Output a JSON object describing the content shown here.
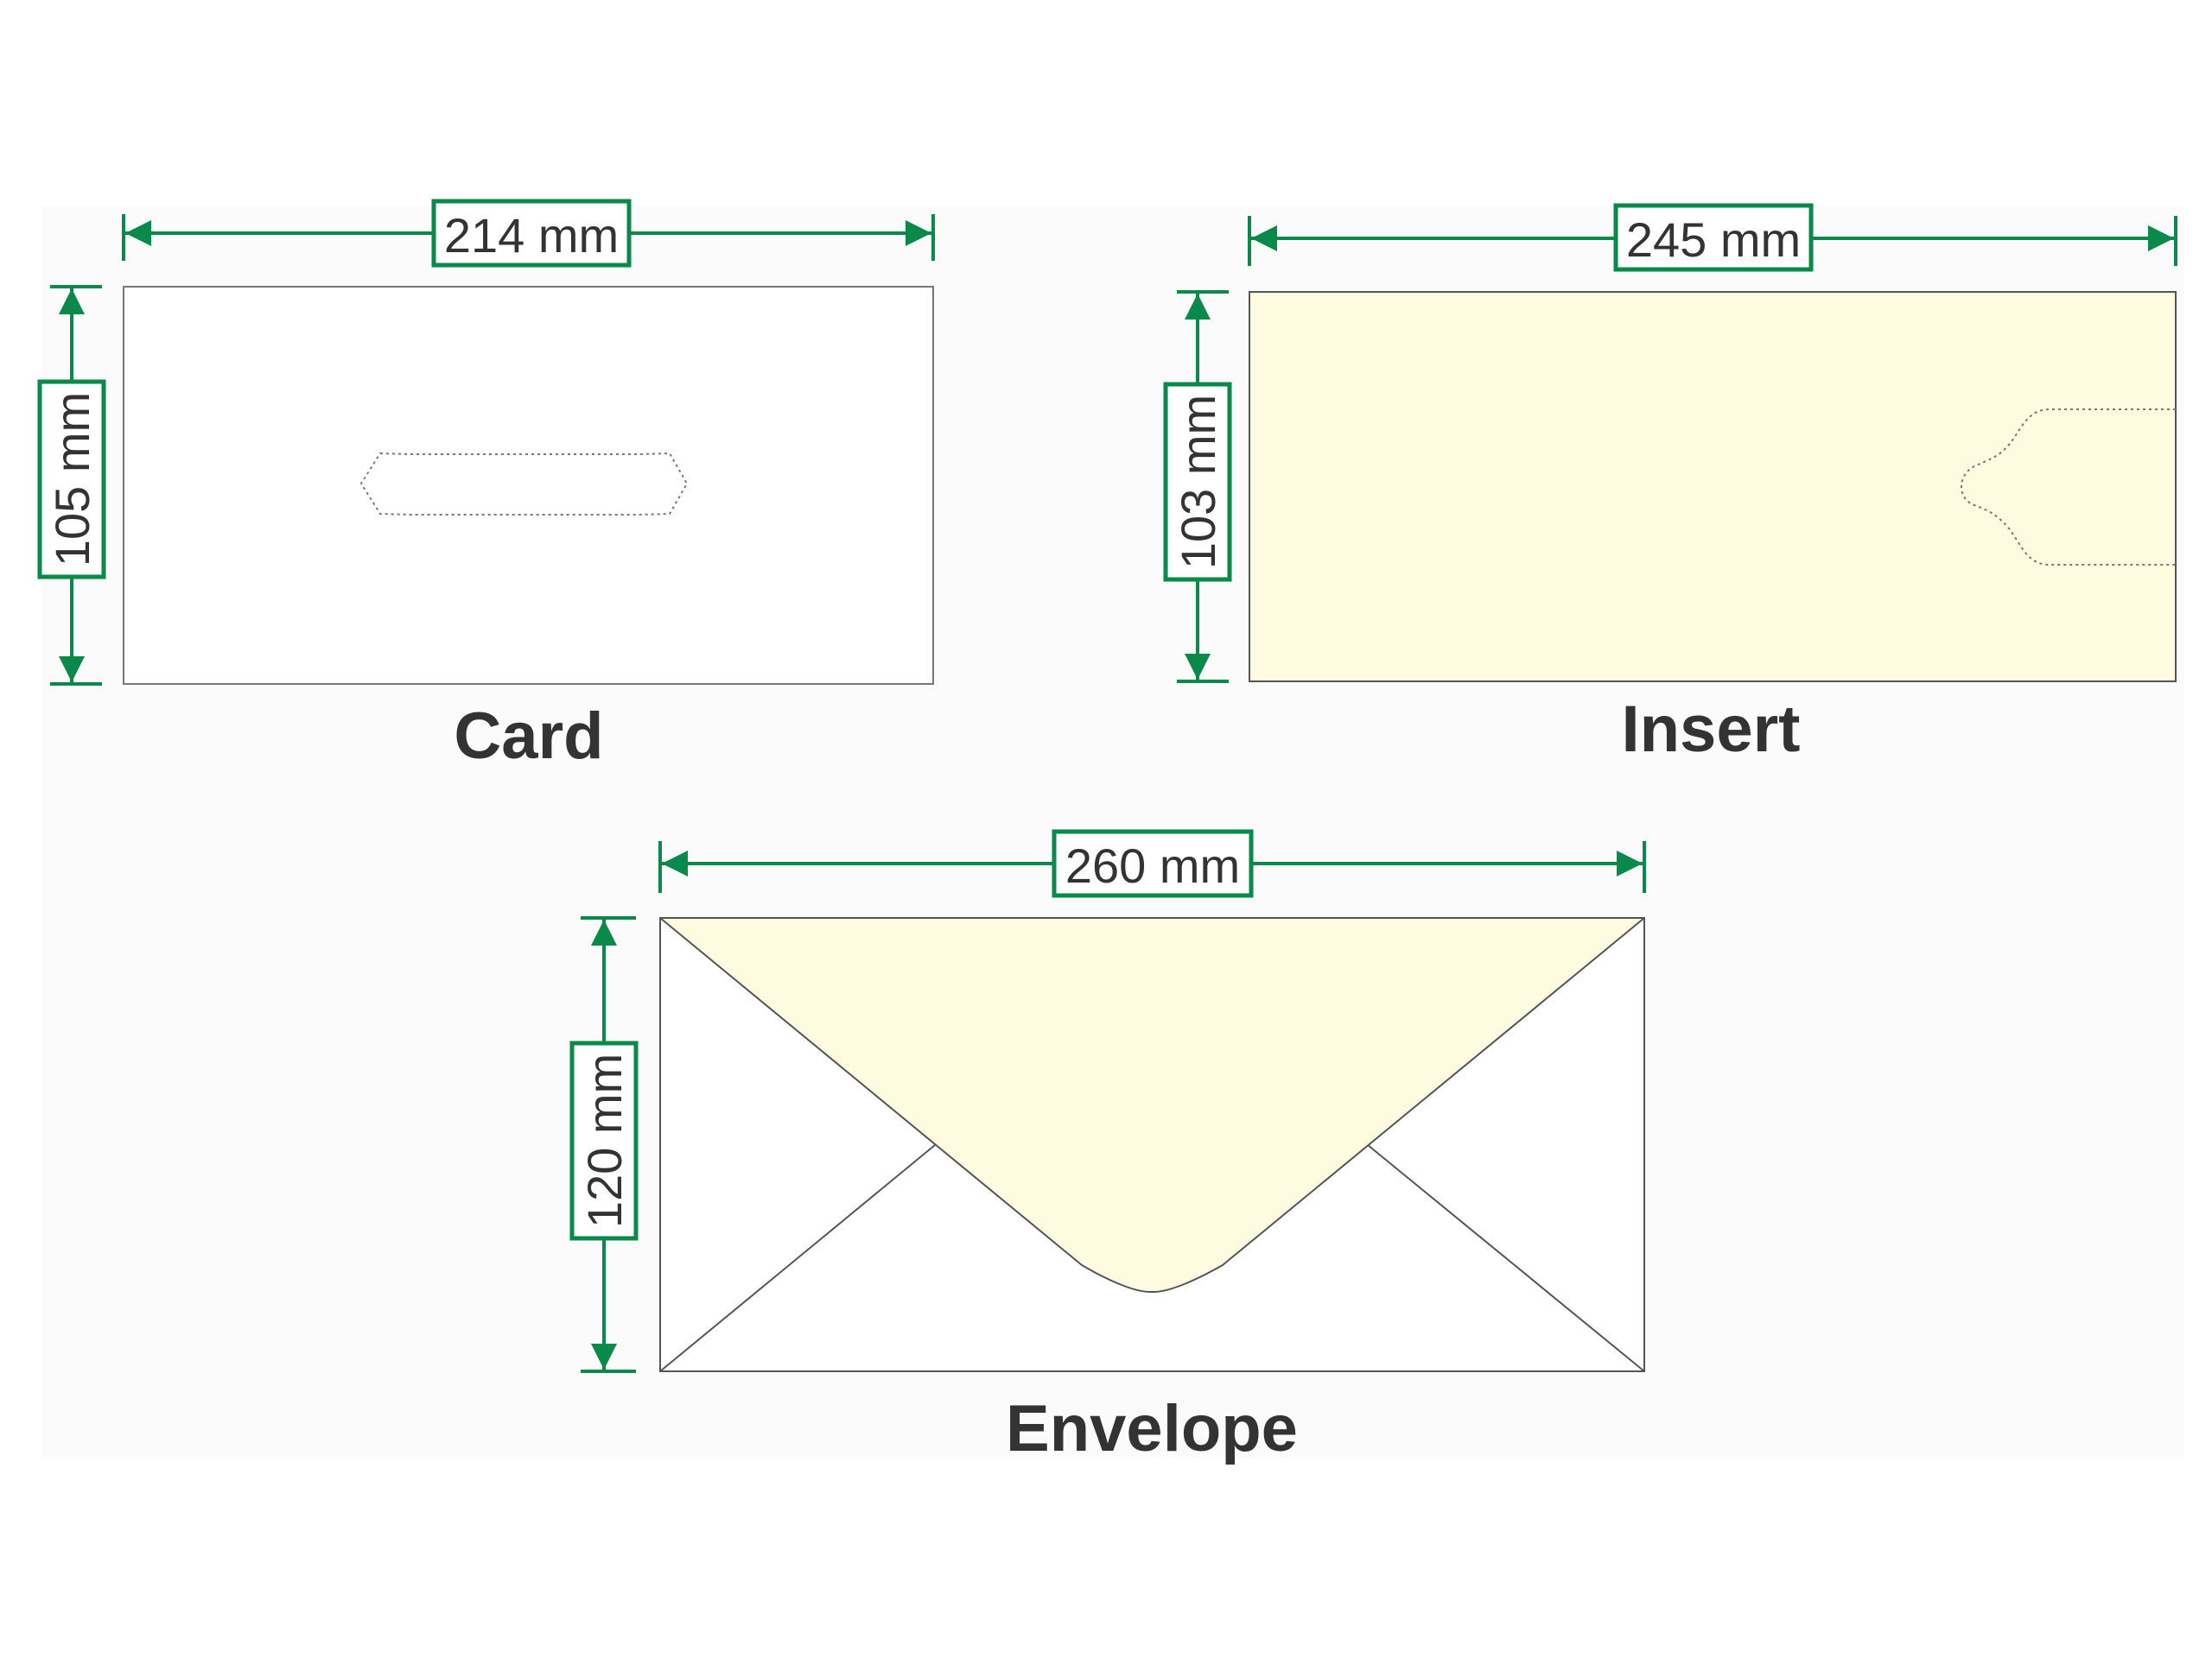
{
  "colors": {
    "dimension_line": "#0a8a4a",
    "outline": "#555555",
    "cream_fill": "#fdfbe0",
    "paper_fill": "#ffffff",
    "backdrop": "#fbfbfb",
    "label": "#333333"
  },
  "card": {
    "title": "Card",
    "width_label": "214 mm",
    "height_label": "105 mm"
  },
  "insert": {
    "title": "Insert",
    "width_label": "245 mm",
    "height_label": "103 mm"
  },
  "envelope": {
    "title": "Envelope",
    "width_label": "260 mm",
    "height_label": "120 mm"
  }
}
